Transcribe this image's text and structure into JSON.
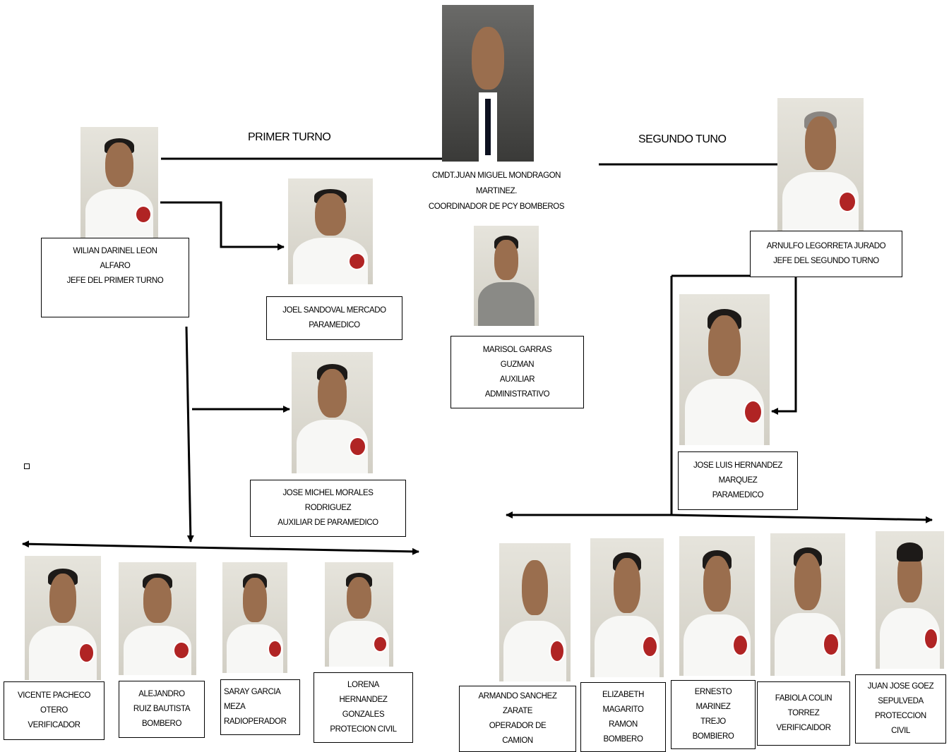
{
  "coordinator": {
    "lines": [
      "CMDT.JUAN MIGUEL MONDRAGON",
      "MARTINEZ.",
      "COORDINADOR DE PCY BOMBEROS"
    ]
  },
  "shifts": {
    "first_label": "PRIMER TURNO",
    "second_label": "SEGUNDO TUNO"
  },
  "people": {
    "wilian": {
      "lines": [
        "WILIAN DARINEL LEON",
        "ALFARO",
        "JEFE DEL PRIMER TURNO"
      ]
    },
    "joel": {
      "lines": [
        "JOEL SANDOVAL MERCADO",
        "PARAMEDICO"
      ]
    },
    "marisol": {
      "lines": [
        "MARISOL GARRAS",
        "GUZMAN",
        "AUXILIAR",
        "ADMINISTRATIVO"
      ]
    },
    "jose_michel": {
      "lines": [
        "JOSE MICHEL MORALES",
        "RODRIGUEZ",
        "AUXILIAR DE PARAMEDICO"
      ]
    },
    "arnulfo": {
      "lines": [
        "ARNULFO LEGORRETA JURADO",
        "JEFE DEL SEGUNDO TURNO"
      ]
    },
    "jose_luis": {
      "lines": [
        "JOSE LUIS HERNANDEZ",
        "MARQUEZ",
        "PARAMEDICO"
      ]
    },
    "vicente": {
      "lines": [
        "VICENTE PACHECO",
        "OTERO",
        "VERIFICADOR"
      ]
    },
    "alejandro": {
      "lines": [
        "ALEJANDRO",
        "RUIZ BAUTISTA",
        "BOMBERO"
      ]
    },
    "saray": {
      "lines": [
        "SARAY GARCIA",
        "MEZA",
        "RADIOPERADOR"
      ]
    },
    "lorena": {
      "lines": [
        "LORENA",
        "HERNANDEZ",
        "GONZALES",
        "PROTECION CIVIL"
      ]
    },
    "armando": {
      "lines": [
        "ARMANDO SANCHEZ",
        "ZARATE",
        "OPERADOR DE",
        "CAMION"
      ]
    },
    "elizabeth": {
      "lines": [
        "ELIZABETH",
        "MAGARITO",
        "RAMON",
        "BOMBERO"
      ]
    },
    "ernesto": {
      "lines": [
        "ERNESTO",
        "MARINEZ",
        "TREJO",
        "BOMBIERO"
      ]
    },
    "fabiola": {
      "lines": [
        "FABIOLA COLIN",
        "TORREZ",
        "VERIFICAIDOR"
      ]
    },
    "juan_jose": {
      "lines": [
        "JUAN JOSE GOEZ",
        "SEPULVEDA",
        "PROTECCION",
        "CIVIL"
      ]
    }
  }
}
